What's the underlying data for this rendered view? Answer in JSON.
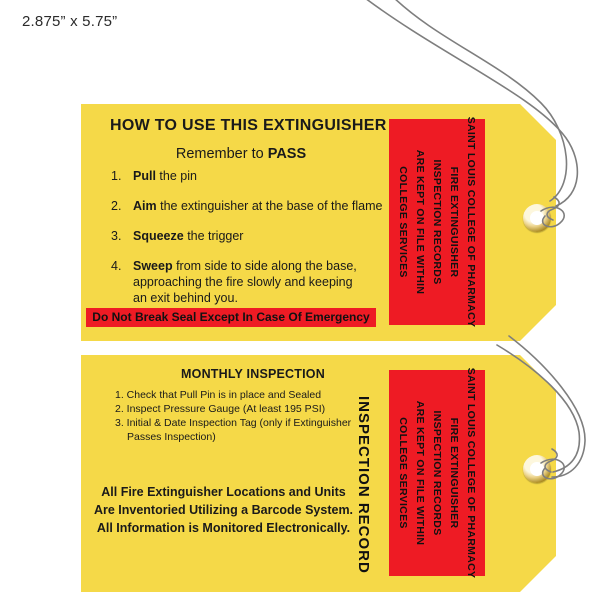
{
  "label": {
    "dimensions": "2.875” x 5.75”"
  },
  "colors": {
    "tag_yellow": "#F5D948",
    "panel_red": "#EE1B24",
    "text_black": "#111111",
    "wire_gray": "#7E7E7E",
    "grommet_gold": "#C9A84C"
  },
  "tag1": {
    "title": "HOW TO USE THIS EXTINGUISHER",
    "subtitle_prefix": "Remember to ",
    "subtitle_bold": "PASS",
    "steps": [
      {
        "num": "1.",
        "bold": "Pull",
        "rest": " the pin"
      },
      {
        "num": "2.",
        "bold": "Aim",
        "rest": " the extinguisher at the base of the flame"
      },
      {
        "num": "3.",
        "bold": "Squeeze",
        "rest": " the trigger"
      },
      {
        "num": "4.",
        "bold": "Sweep",
        "rest": " from side to side along the base,",
        "line2": "approaching the fire slowly and keeping",
        "line3": "an exit behind you."
      }
    ],
    "warning": "Do Not Break Seal Except In Case Of Emergency"
  },
  "red_panel": {
    "lines": [
      "SAINT LOUIS COLLEGE OF PHARMACY",
      "FIRE EXTINGUISHER",
      "INSPECTION RECORDS",
      "ARE KEPT ON FILE WITHIN",
      "COLLEGE SERVICES"
    ]
  },
  "tag2": {
    "title": "MONTHLY INSPECTION",
    "items": [
      "1. Check that Pull Pin is in place and Sealed",
      "2. Inspect Pressure Gauge (At least 195 PSI)",
      "3. Initial & Date Inspection Tag (only if Extinguisher",
      "Passes Inspection)"
    ],
    "vertical_label": "INSPECTION RECORD",
    "footer_lines": [
      "All Fire Extinguisher Locations and Units",
      "Are Inventoried Utilizing a Barcode System.",
      "All Information is Monitored Electronically."
    ]
  }
}
